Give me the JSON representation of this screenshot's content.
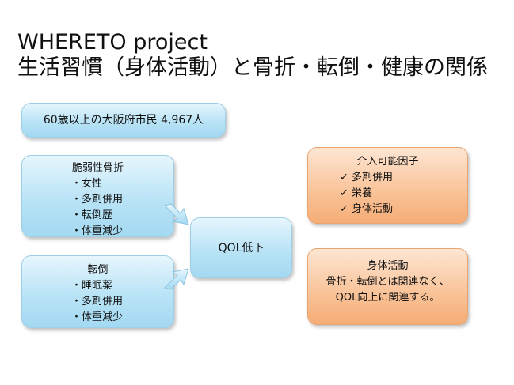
{
  "title": {
    "line1": "WHERETO project",
    "line2": "生活習慣（身体活動）と骨折・転倒・健康の関係"
  },
  "population": "60歳以上の大阪府市民 4,967人",
  "fragility_fracture": {
    "heading": "脆弱性骨折",
    "items": [
      "・女性",
      "・多剤併用",
      "・転倒歴",
      "・体重減少"
    ]
  },
  "fall": {
    "heading": "転倒",
    "items": [
      "・睡眠薬",
      "・多剤併用",
      "・体重減少"
    ]
  },
  "qol": "QOL低下",
  "intervention": {
    "heading": "介入可能因子",
    "items": [
      "✓ 多剤併用",
      "✓ 栄養",
      "✓ 身体活動"
    ]
  },
  "physical_activity": {
    "heading": "身体活動",
    "lines": [
      "骨折・転倒とは関連なく、",
      "QOL向上に関連する。"
    ]
  },
  "colors": {
    "blue_box": "#b9e3f6",
    "orange_box": "#f9c297"
  }
}
